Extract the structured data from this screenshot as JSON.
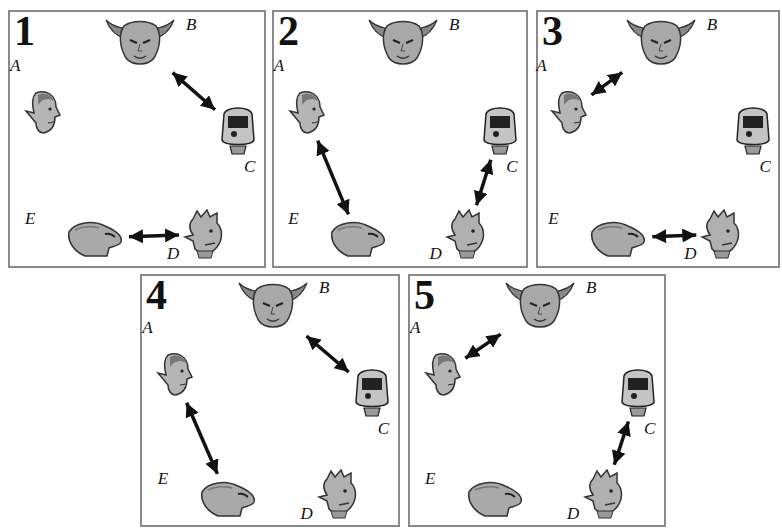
{
  "diagram": {
    "nodes": [
      {
        "text": [
          "1"
        ]
      },
      {
        "text": [
          "A"
        ],
        "in": 0
      },
      {
        "text": [
          "B"
        ],
        "in": 0
      },
      {
        "text": [
          "C"
        ],
        "in": 0
      },
      {
        "text": [
          "D"
        ],
        "in": 0
      },
      {
        "text": [
          "E"
        ],
        "in": 0
      },
      {
        "text": [
          "2"
        ]
      },
      {
        "text": [
          "A"
        ],
        "in": 6
      },
      {
        "text": [
          "B"
        ],
        "in": 6
      },
      {
        "text": [
          "C"
        ],
        "in": 6
      },
      {
        "text": [
          "D"
        ],
        "in": 6
      },
      {
        "text": [
          "E"
        ],
        "in": 6
      },
      {
        "text": [
          "3"
        ]
      },
      {
        "text": [
          "A"
        ],
        "in": 12
      },
      {
        "text": [
          "B"
        ],
        "in": 12
      },
      {
        "text": [
          "C"
        ],
        "in": 12
      },
      {
        "text": [
          "D"
        ],
        "in": 12
      },
      {
        "text": [
          "E"
        ],
        "in": 12
      },
      {
        "text": [
          "4"
        ]
      },
      {
        "text": [
          "A"
        ],
        "in": 18
      },
      {
        "text": [
          "B"
        ],
        "in": 18
      },
      {
        "text": [
          "C"
        ],
        "in": 18
      },
      {
        "text": [
          "D"
        ],
        "in": 18
      },
      {
        "text": [
          "E"
        ],
        "in": 18
      },
      {
        "text": [
          "5"
        ]
      },
      {
        "text": [
          "A"
        ],
        "in": 24
      },
      {
        "text": [
          "B"
        ],
        "in": 24
      },
      {
        "text": [
          "C"
        ],
        "in": 24
      },
      {
        "text": [
          "D"
        ],
        "in": 24
      },
      {
        "text": [
          "E"
        ],
        "in": 24
      }
    ],
    "edges": [
      {
        "from": 2,
        "to": 3,
        "arrow": "both"
      },
      {
        "from": 5,
        "to": 4,
        "arrow": "both"
      },
      {
        "from": 7,
        "to": 11,
        "arrow": "both"
      },
      {
        "from": 9,
        "to": 10,
        "arrow": "both"
      },
      {
        "from": 14,
        "to": 13,
        "arrow": "both"
      },
      {
        "from": 17,
        "to": 16,
        "arrow": "both"
      },
      {
        "from": 20,
        "to": 21,
        "arrow": "both"
      },
      {
        "from": 19,
        "to": 23,
        "arrow": "both"
      },
      {
        "from": 26,
        "to": 25,
        "arrow": "both"
      },
      {
        "from": 27,
        "to": 28,
        "arrow": "both"
      }
    ]
  }
}
